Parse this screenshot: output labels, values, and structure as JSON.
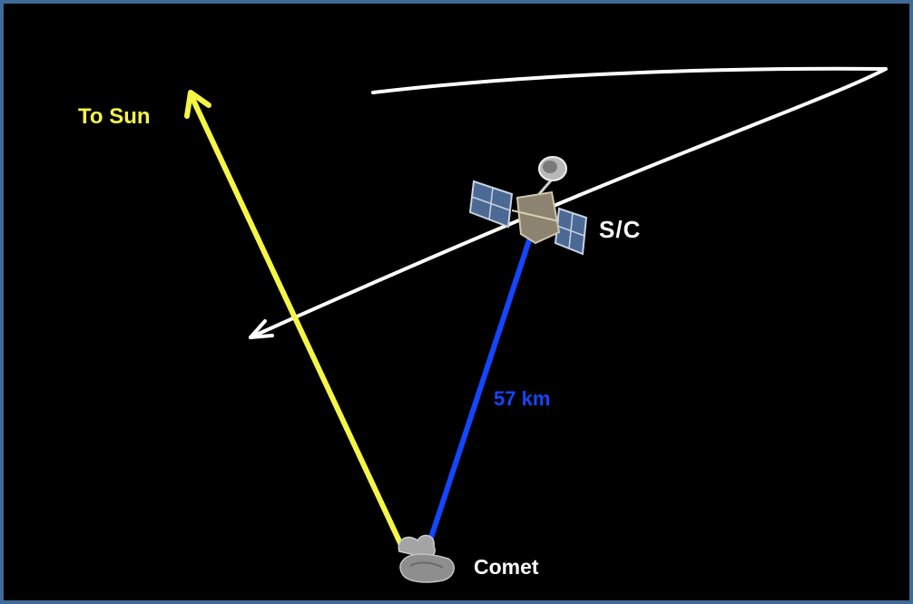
{
  "labels": {
    "sun": "To Sun",
    "spacecraft": "S/C",
    "distance": "57 km",
    "comet": "Comet"
  },
  "colors": {
    "background": "#000000",
    "border": "#3f6b96",
    "sun_direction": "#f5f545",
    "distance_line": "#1446ff",
    "trajectory": "#ffffff",
    "text": "#ffffff",
    "spacecraft_body": "#8c8470",
    "solar_panel": "#4a6a95",
    "comet": "#9a9a9a"
  },
  "icons": {
    "spacecraft": "spacecraft-icon",
    "comet": "comet-nucleus-icon"
  }
}
